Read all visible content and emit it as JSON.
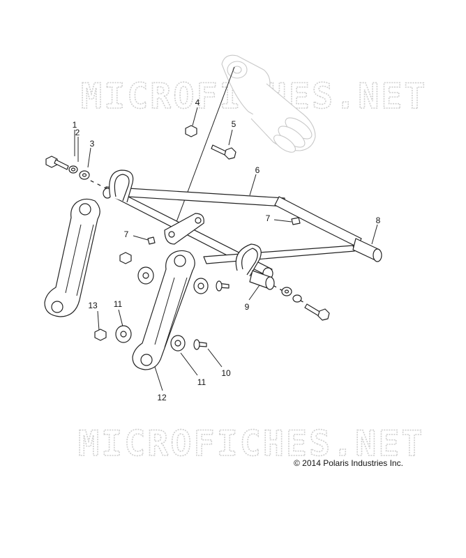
{
  "watermark": "MICROFICHES.NET",
  "copyright": "© 2014 Polaris Industries Inc.",
  "callouts": [
    "1",
    "2",
    "3",
    "4",
    "5",
    "6",
    "7",
    "7",
    "8",
    "9",
    "10",
    "11",
    "11",
    "12",
    "13"
  ]
}
